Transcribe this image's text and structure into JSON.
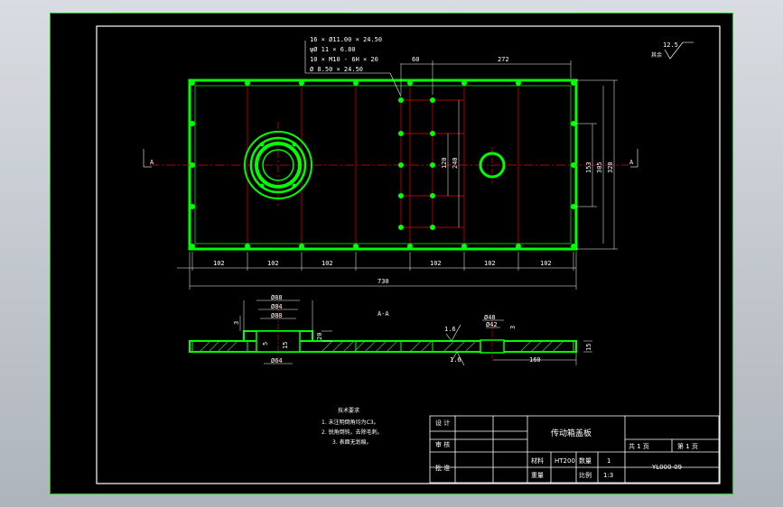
{
  "annotations": {
    "hole_note_1": "16 × Ø11.00 × 24.50",
    "hole_note_2": "ψØ 11 × 6.80",
    "hole_note_3": "10 × M10 - 6H × 20",
    "hole_note_4": "Ø 8.50 × 24.50",
    "roughness_main": "12.5",
    "roughness_prefix": "其余",
    "roughness_section": "1.6",
    "roughness_bottom": "1.6",
    "section_marker": "A",
    "section_title": "A-A"
  },
  "dimensions": {
    "top_60": "60",
    "top_272": "272",
    "pitch": [
      "102",
      "102",
      "102",
      "102",
      "102",
      "102"
    ],
    "overall_width": "730",
    "right_153": "153",
    "right_305": "305",
    "right_320": "320",
    "inner_120": "120",
    "inner_240": "240",
    "sec_d88": "Ø88",
    "sec_d84": "Ø84",
    "sec_d80": "Ø80",
    "sec_d64": "Ø64",
    "sec_d48": "Ø48",
    "sec_d42": "Ø42",
    "sec_3": "3",
    "sec_5": "5",
    "sec_15": "15",
    "sec_20": "20",
    "sec_15b": "15",
    "sec_3b": "3",
    "sec_160": "160"
  },
  "tech_req": {
    "title": "技术要求",
    "items": [
      "1.  未注明倒角均为C3。",
      "2.  锐角倒钝，去除毛刺。",
      "3.  表面无划痕。"
    ]
  },
  "title_block": {
    "design": "设 计",
    "check": "审 核",
    "approve": "批 准",
    "part_name": "传动箱盖板",
    "material_label": "材料",
    "material": "HT200",
    "qty_label": "数量",
    "qty": "1",
    "weight_label": "重量",
    "scale_label": "比例",
    "scale": "1:3",
    "sheets_total": "共  1  页",
    "sheet_no": "第  1  页",
    "drawing_no": "YL000-09"
  },
  "colors": {
    "outline": "#00ff00",
    "dims": "#ffffff",
    "centerline": "#ff0000",
    "background": "#000000"
  }
}
